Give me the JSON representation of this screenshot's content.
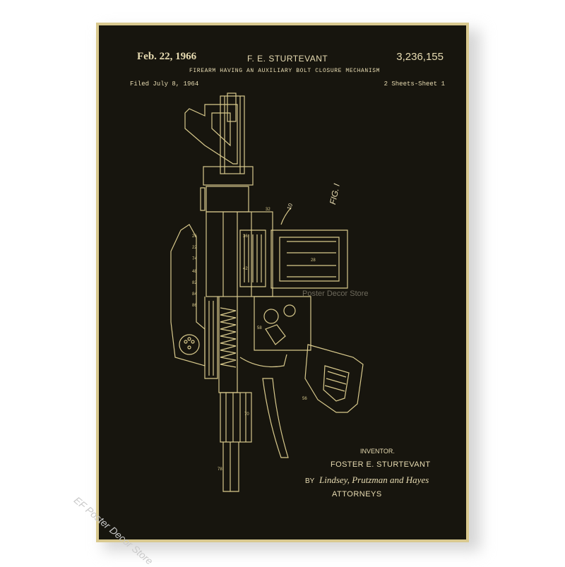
{
  "patent": {
    "date": "Feb. 22, 1966",
    "inventor_header": "F. E. STURTEVANT",
    "number": "3,236,155",
    "title": "FIREARM HAVING AN AUXILIARY BOLT CLOSURE MECHANISM",
    "filed": "Filed July 8, 1964",
    "sheets": "2 Sheets-Sheet 1",
    "fig_label": "FIG. I",
    "ref_10": "10"
  },
  "footer": {
    "inventor_label": "INVENTOR.",
    "inventor_name": "FOSTER E. STURTEVANT",
    "by": "BY",
    "signature": "Lindsey, Prutzman and Hayes",
    "attorneys": "ATTORNEYS"
  },
  "watermarks": {
    "center": "Poster Decor Store",
    "side": "EF Poster Decor Store"
  },
  "colors": {
    "poster_background": "#17150e",
    "ink": "#e8dcb2",
    "frame": "#d9c98f"
  }
}
